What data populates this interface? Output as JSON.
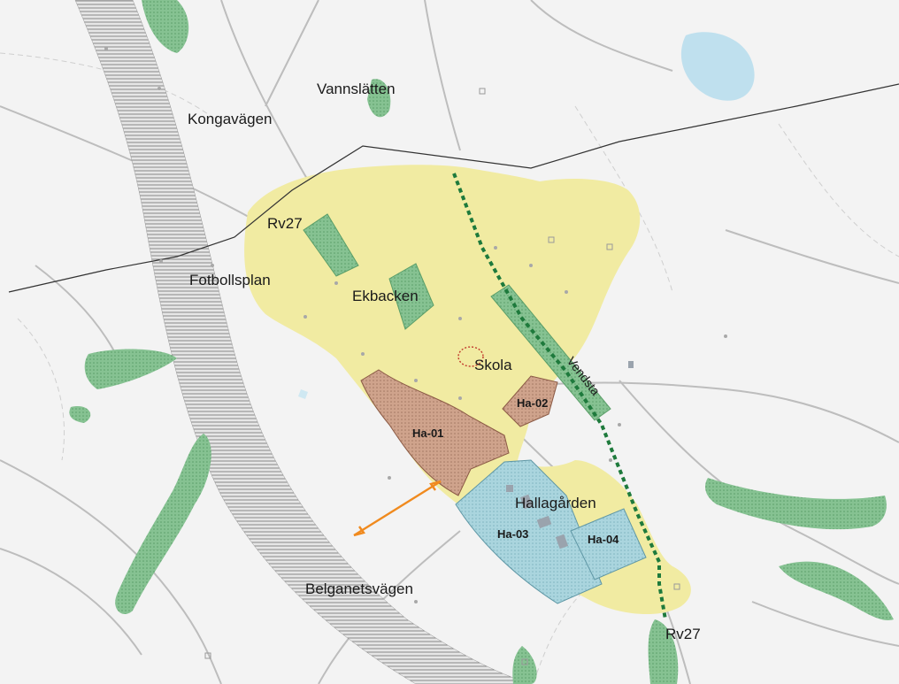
{
  "map": {
    "place_labels": {
      "vannslatten": "Vannslätten",
      "kongavagen": "Kongavägen",
      "rv27_north": "Rv27",
      "fotbollsplan": "Fotbollsplan",
      "ekbacken": "Ekbacken",
      "skola": "Skola",
      "vendsta": "Vendsta",
      "hallagarden": "Hallagården",
      "belganetsvagen": "Belganetsvägen",
      "rv27_south": "Rv27"
    },
    "zones": {
      "ha01": "Ha-01",
      "ha02": "Ha-02",
      "ha03": "Ha-03",
      "ha04": "Ha-04"
    },
    "colors": {
      "background": "#f3f3f3",
      "settlement_area": "#f2eca0",
      "green_area": "#7fbf8c",
      "residential_zone": "#c9a08a",
      "planned_zone": "#a9d3dc",
      "route_dotted": "#1e7a3c",
      "boundary_line": "#333333",
      "arrow": "#f08a1e",
      "water": "#bfe0ee",
      "roads": "#bdbdbd"
    }
  }
}
